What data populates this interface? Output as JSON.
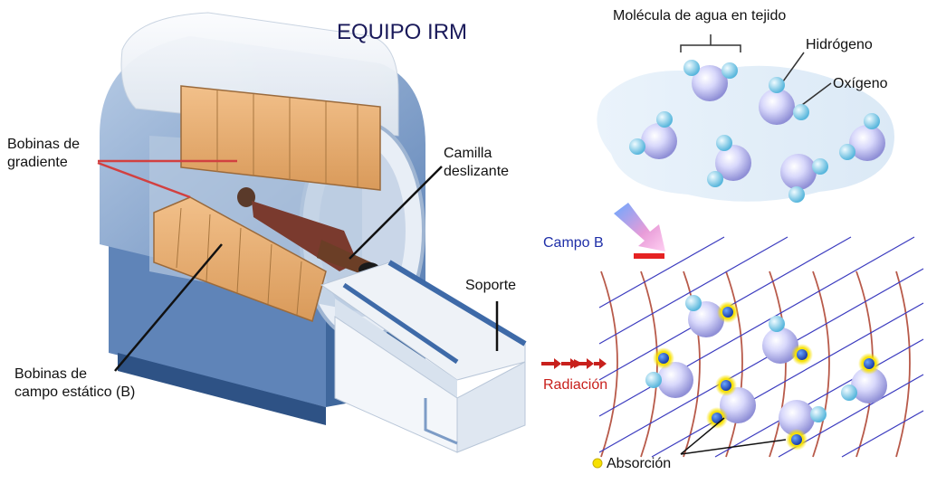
{
  "title": "EQUIPO IRM",
  "labels": {
    "gradient_coils": [
      "Bobinas de",
      "gradiente"
    ],
    "sliding_bed": [
      "Camilla",
      "deslizante"
    ],
    "support": "Soporte",
    "static_coils": [
      "Bobinas de",
      "campo estático (B)"
    ],
    "water_molecule": "Molécula de agua en tejido",
    "hydrogen": "Hidrógeno",
    "oxygen": "Oxígeno",
    "field_b": "Campo B",
    "radiation": "Radiación",
    "absorption": "Absorción"
  },
  "colors": {
    "title": "#1a1a5a",
    "field_text": "#1f2fa8",
    "radiation_text": "#c8201c",
    "coil": "#e6a86a",
    "scanner_body": "#7f9fc8",
    "oxygen": "#c8c8f4",
    "hydrogen": "#8fd4ee",
    "absorption": "#f5e000",
    "field_lines": "#b85a4a",
    "wave_lines": "#3333bb"
  }
}
